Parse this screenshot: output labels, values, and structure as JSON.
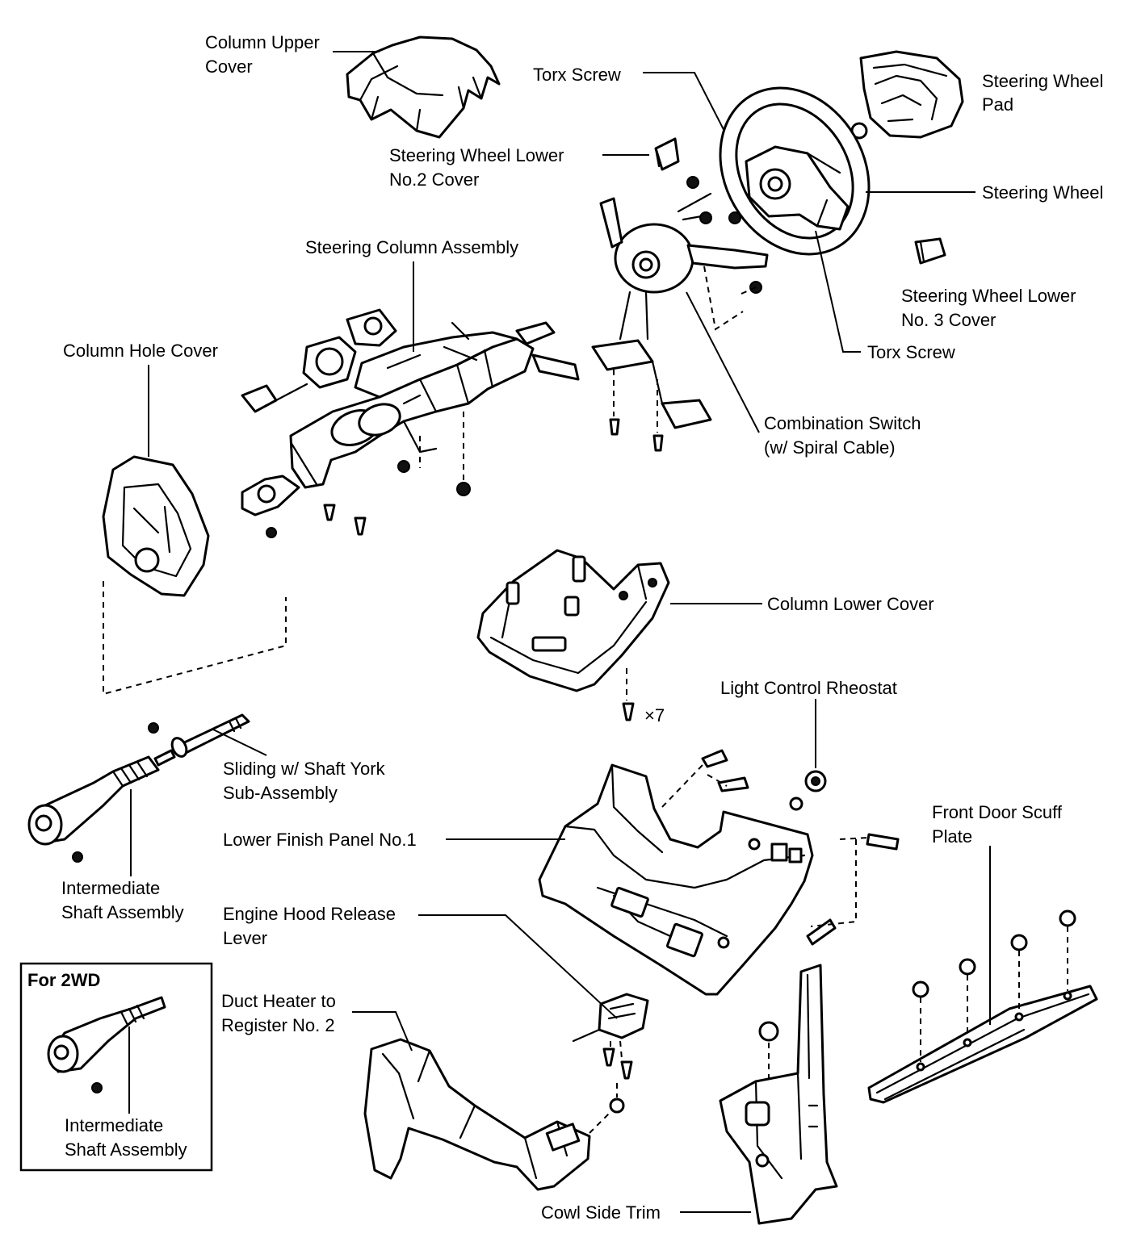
{
  "labels": {
    "column_upper_cover": [
      "Column Upper",
      "Cover"
    ],
    "torx_screw_top": "Torx Screw",
    "steering_wheel_pad": [
      "Steering Wheel",
      "Pad"
    ],
    "steering_wheel_lower_no2_cover": [
      "Steering Wheel Lower",
      "No.2 Cover"
    ],
    "steering_wheel": "Steering Wheel",
    "steering_column_assembly": "Steering Column Assembly",
    "steering_wheel_lower_no3_cover": [
      "Steering Wheel Lower",
      "No. 3 Cover"
    ],
    "torx_screw_bottom": "Torx Screw",
    "column_hole_cover": "Column Hole Cover",
    "combination_switch": [
      "Combination Switch",
      "(w/ Spiral Cable)"
    ],
    "column_lower_cover": "Column Lower Cover",
    "screw_count": "×7",
    "light_control_rheostat": "Light Control Rheostat",
    "sliding_shaft_york": [
      "Sliding w/ Shaft York",
      "Sub-Assembly"
    ],
    "front_door_scuff_plate": [
      "Front Door Scuff",
      "Plate"
    ],
    "lower_finish_panel": "Lower Finish Panel No.1",
    "intermediate_shaft": [
      "Intermediate",
      "Shaft Assembly"
    ],
    "engine_hood_release_lever": [
      "Engine Hood Release",
      "Lever"
    ],
    "for_2wd": "For 2WD",
    "duct_heater": [
      "Duct Heater to",
      "Register No. 2"
    ],
    "intermediate_shaft_2wd": [
      "Intermediate",
      "Shaft Assembly"
    ],
    "cowl_side_trim": "Cowl Side Trim"
  }
}
